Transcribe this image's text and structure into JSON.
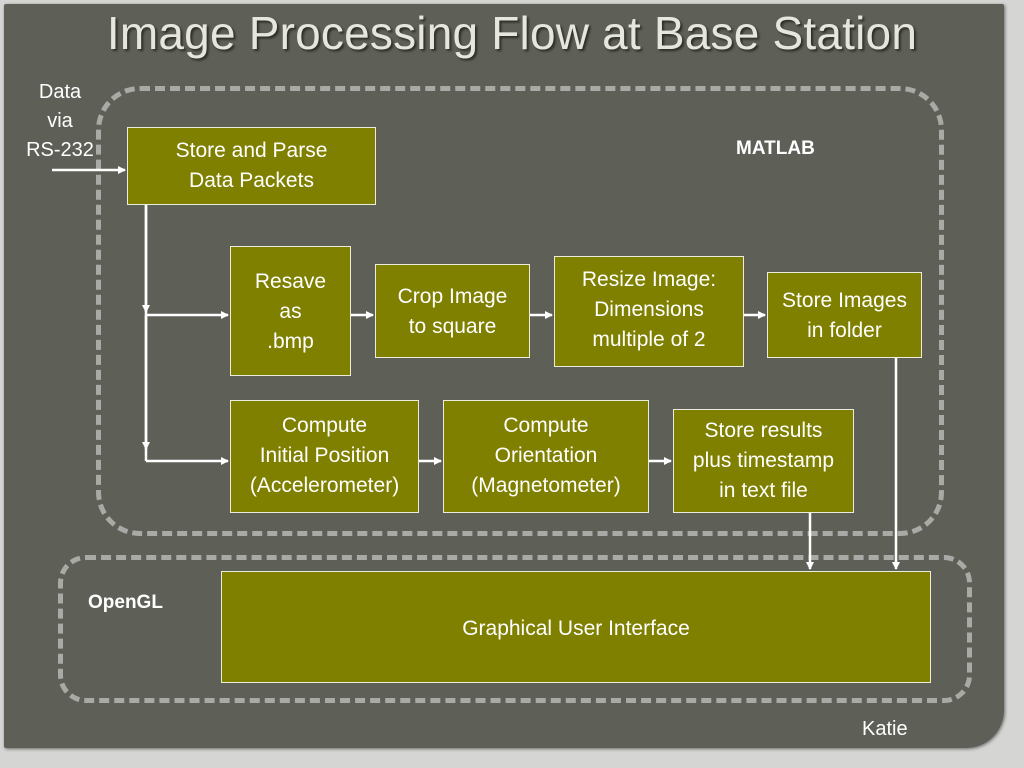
{
  "title": "Image Processing Flow at Base Station",
  "input_label": "Data\nvia\nRS-232",
  "regions": {
    "matlab": "MATLAB",
    "opengl": "OpenGL"
  },
  "boxes": {
    "store_parse": "Store and Parse\nData Packets",
    "resave_bmp": "Resave\nas\n.bmp",
    "crop_image": "Crop Image\nto square",
    "resize_image": "Resize Image:\nDimensions\nmultiple of 2",
    "store_images": "Store Images\nin folder",
    "compute_position": "Compute\nInitial Position\n(Accelerometer)",
    "compute_orientation": "Compute\nOrientation\n(Magnetometer)",
    "store_results": "Store results\nplus timestamp\nin text file",
    "gui": "Graphical User Interface"
  },
  "author": "Katie",
  "colors": {
    "background": "#5e6057",
    "box_fill": "#7f7f00",
    "box_border": "#ececdc",
    "dashed_border": "#a9aaa6",
    "arrow": "#ffffff"
  }
}
